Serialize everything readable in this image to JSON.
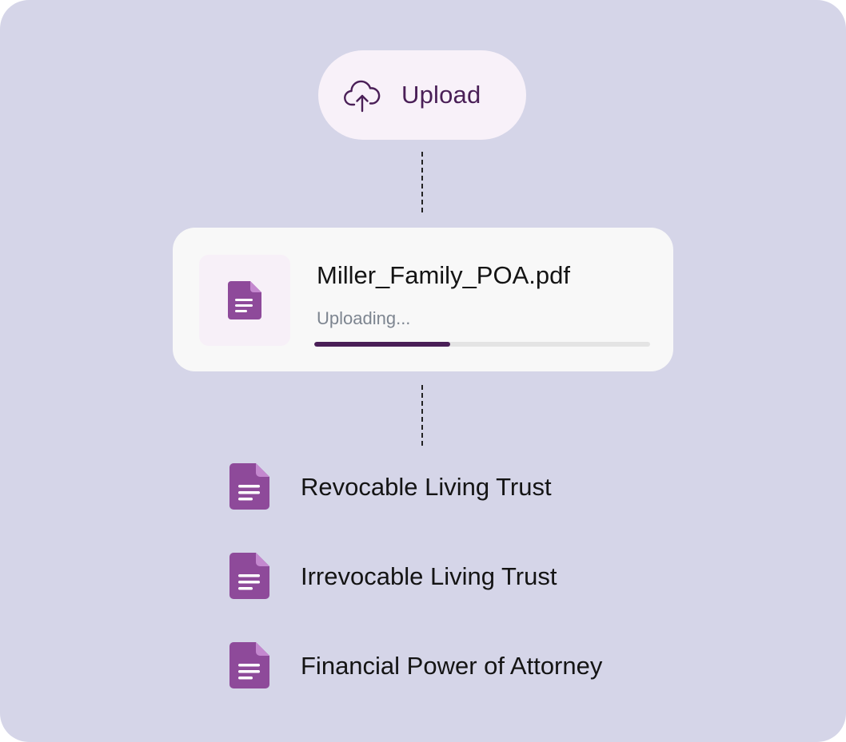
{
  "upload": {
    "label": "Upload",
    "icon": "cloud-upload-icon"
  },
  "current_file": {
    "name": "Miller_Family_POA.pdf",
    "status": "Uploading...",
    "progress": 0.405,
    "icon": "document-icon"
  },
  "documents": [
    {
      "label": "Revocable Living Trust",
      "icon": "document-icon"
    },
    {
      "label": "Irrevocable Living Trust",
      "icon": "document-icon"
    },
    {
      "label": "Financial Power of Attorney",
      "icon": "document-icon"
    }
  ],
  "colors": {
    "background": "#d5d5e8",
    "accent": "#4a1f57",
    "icon_fill": "#8e4a9a",
    "icon_fold": "#c488cf",
    "upload_button_bg": "#f8f1f9",
    "card_bg": "#f8f8f8",
    "muted_text": "#7d8590"
  }
}
